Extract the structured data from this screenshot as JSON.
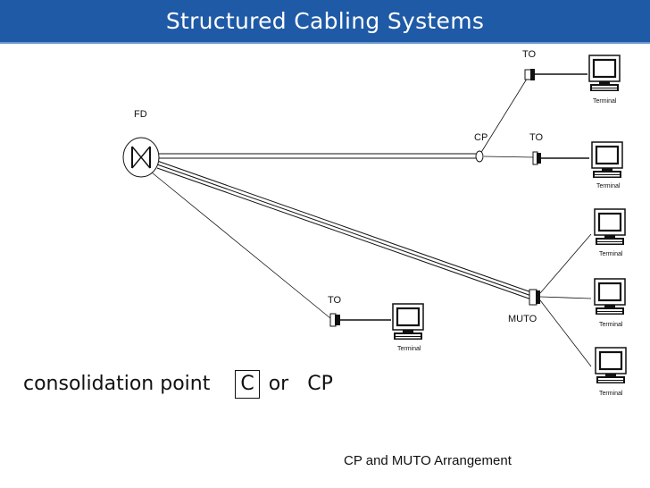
{
  "header": {
    "title": "Structured Cabling Systems",
    "bar_color": "#1f5aa6"
  },
  "labels": {
    "fd": "FD",
    "cp": "CP",
    "muto": "MUTO",
    "to": "TO",
    "terminal": "Terminal"
  },
  "consolidation": {
    "prefix": "consolidation point",
    "boxed": "C",
    "or": "or",
    "abbr": "CP"
  },
  "caption": "CP and MUTO Arrangement"
}
